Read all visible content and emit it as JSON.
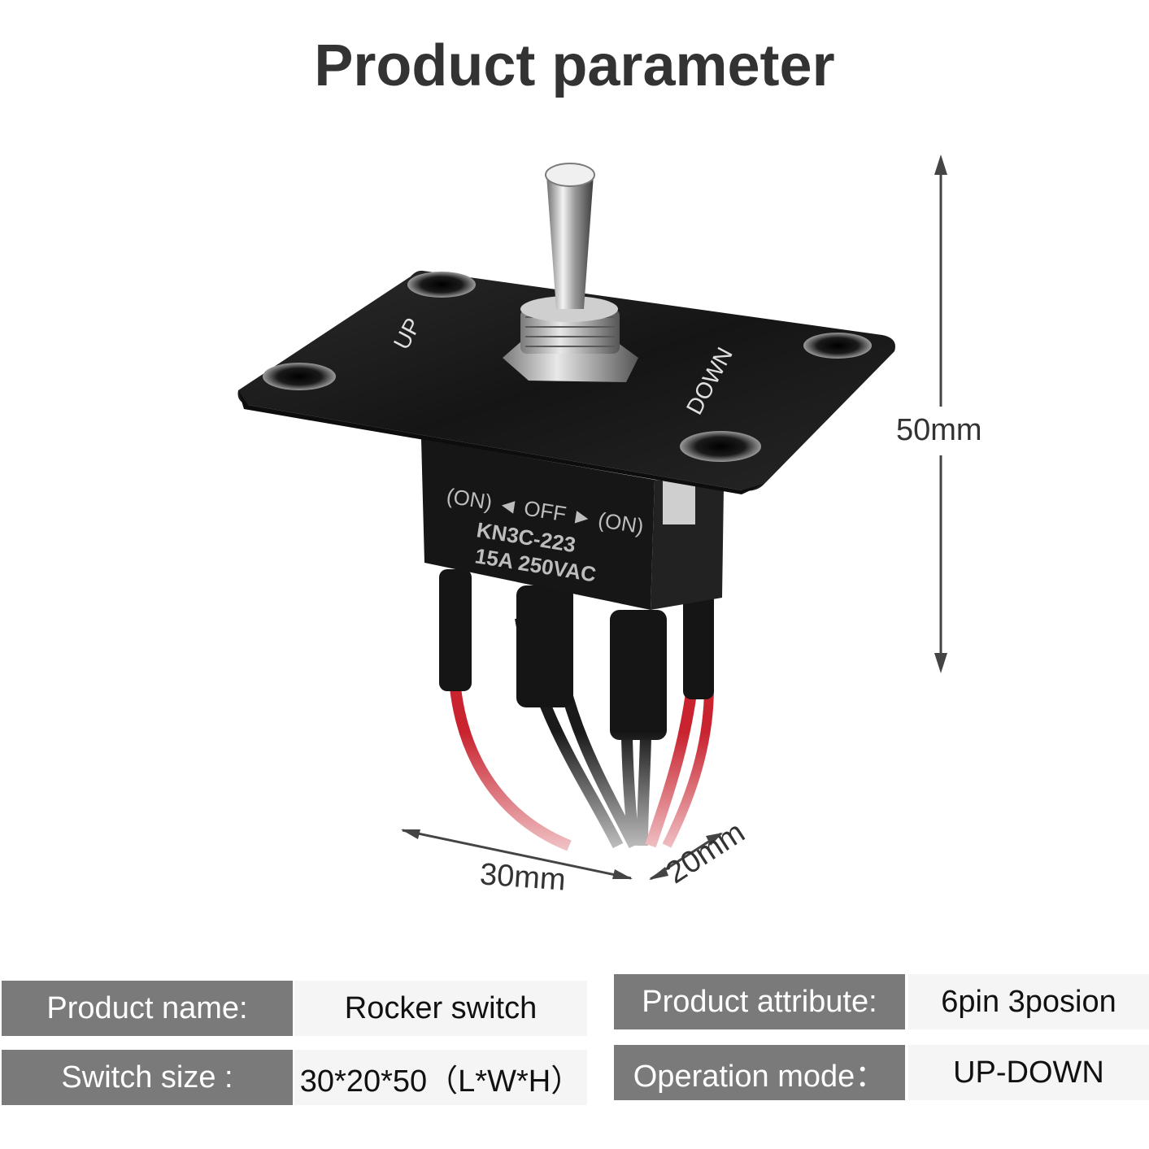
{
  "title": "Product parameter",
  "photo": {
    "plate_left_text": "UP",
    "plate_right_text": "DOWN",
    "body_line1": "(ON) ◄ OFF ► (ON)",
    "body_line2": "KN3C-223",
    "body_line3": "15A 250VAC"
  },
  "dimensions": {
    "height": "50mm",
    "length": "30mm",
    "width": "20mm"
  },
  "specs": {
    "product_name_label": "Product name:",
    "product_name_value": "Rocker switch",
    "switch_size_label": "Switch size :",
    "switch_size_value": "30*20*50（L*W*H）",
    "product_attribute_label": "Product attribute:",
    "product_attribute_value": "6pin 3posion",
    "operation_mode_label": "Operation mode：",
    "operation_mode_value": "UP-DOWN"
  },
  "colors": {
    "label_bg": "#7a7a7a",
    "value_bg": "#f5f5f5",
    "plate": "#1c1c1c",
    "wire_red": "#c8232f",
    "wire_black": "#1a1a1a"
  }
}
